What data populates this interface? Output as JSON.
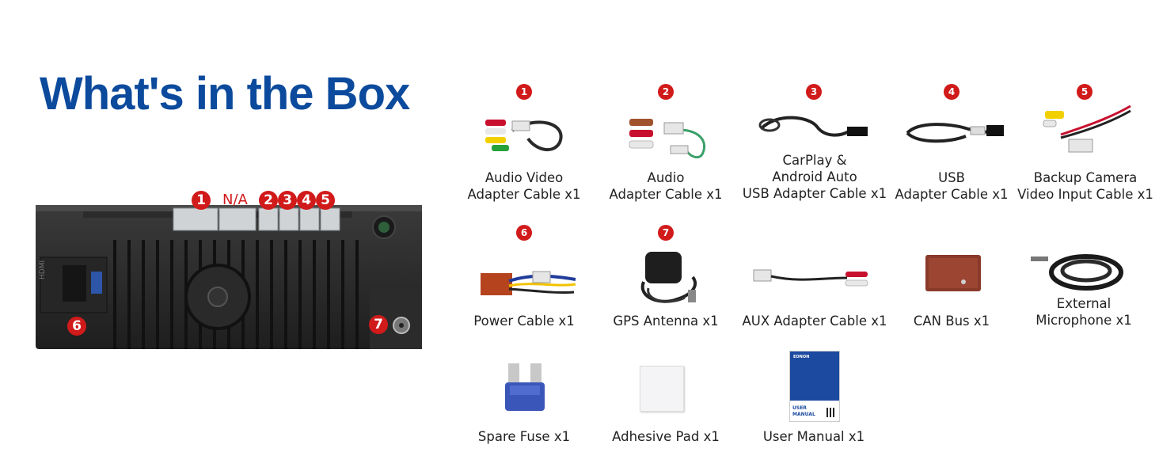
{
  "page": {
    "title": "What's in the Box"
  },
  "device": {
    "connector_labels": [
      "1",
      "N/A",
      "2",
      "3",
      "4",
      "5"
    ],
    "side_labels": [
      "6",
      "7"
    ],
    "side_text": "HDMI"
  },
  "items": [
    {
      "number": "1",
      "label": "Audio Video\nAdapter Cable x1",
      "icon": "rca-av-cable-icon"
    },
    {
      "number": "2",
      "label": "Audio\nAdapter Cable x1",
      "icon": "rca-audio-cable-icon"
    },
    {
      "number": "3",
      "label": "CarPlay &\nAndroid Auto\nUSB Adapter Cable x1",
      "icon": "usb-cable-icon"
    },
    {
      "number": "4",
      "label": "USB\nAdapter Cable x1",
      "icon": "usb-cable-icon"
    },
    {
      "number": "5",
      "label": "Backup Camera\nVideo Input Cable x1",
      "icon": "camera-input-cable-icon"
    },
    {
      "number": "6",
      "label": "Power Cable x1",
      "icon": "power-harness-icon"
    },
    {
      "number": "7",
      "label": "GPS Antenna x1",
      "icon": "gps-antenna-icon"
    },
    {
      "number": "",
      "label": "AUX Adapter Cable x1",
      "icon": "aux-cable-icon"
    },
    {
      "number": "",
      "label": "CAN Bus x1",
      "icon": "canbus-box-icon"
    },
    {
      "number": "",
      "label": "External\nMicrophone x1",
      "icon": "microphone-icon"
    },
    {
      "number": "",
      "label": "Spare Fuse x1",
      "icon": "fuse-icon"
    },
    {
      "number": "",
      "label": "Adhesive Pad x1",
      "icon": "adhesive-pad-icon"
    },
    {
      "number": "",
      "label": "User Manual x1",
      "icon": "manual-icon"
    }
  ],
  "manual_cover": {
    "brand": "EONON",
    "line1": "USER",
    "line2": "MANUAL"
  },
  "colors": {
    "title": "#0b4a9c",
    "badge": "#d11a1a"
  }
}
